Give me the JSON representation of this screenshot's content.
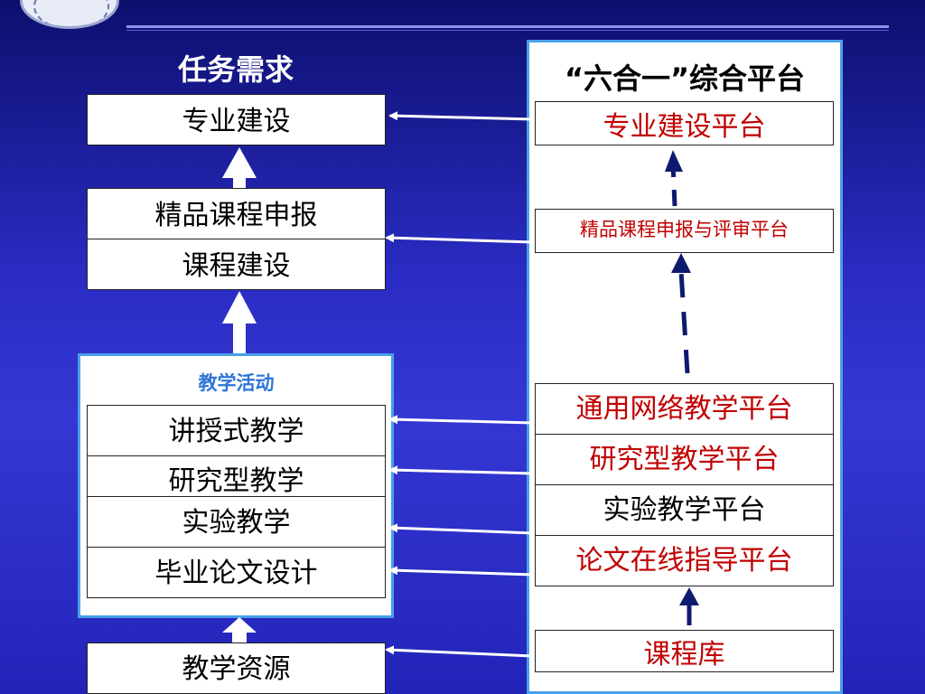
{
  "left": {
    "heading": "任务需求",
    "specialty": "专业建设",
    "quality_course": "精品课程申报",
    "course_build": "课程建设",
    "activity_title": "教学活动",
    "lecture": "讲授式教学",
    "research": "研究型教学",
    "experiment": "实验教学",
    "thesis": "毕业论文设计",
    "resources": "教学资源"
  },
  "right": {
    "heading": "“六合一”综合平台",
    "specialty_platform": "专业建设平台",
    "review_platform": "精品课程申报与评审平台",
    "network_platform": "通用网络教学平台",
    "research_platform": "研究型教学平台",
    "experiment_platform": "实验教学平台",
    "thesis_platform": "论文在线指导平台",
    "course_library": "课程库"
  },
  "colors": {
    "background": "#2a2cc4",
    "panel_border": "#4aa0e8",
    "platform_text": "#c00000",
    "activity_title": "#2e75d6",
    "arrow_dark": "#0d1a6e"
  }
}
